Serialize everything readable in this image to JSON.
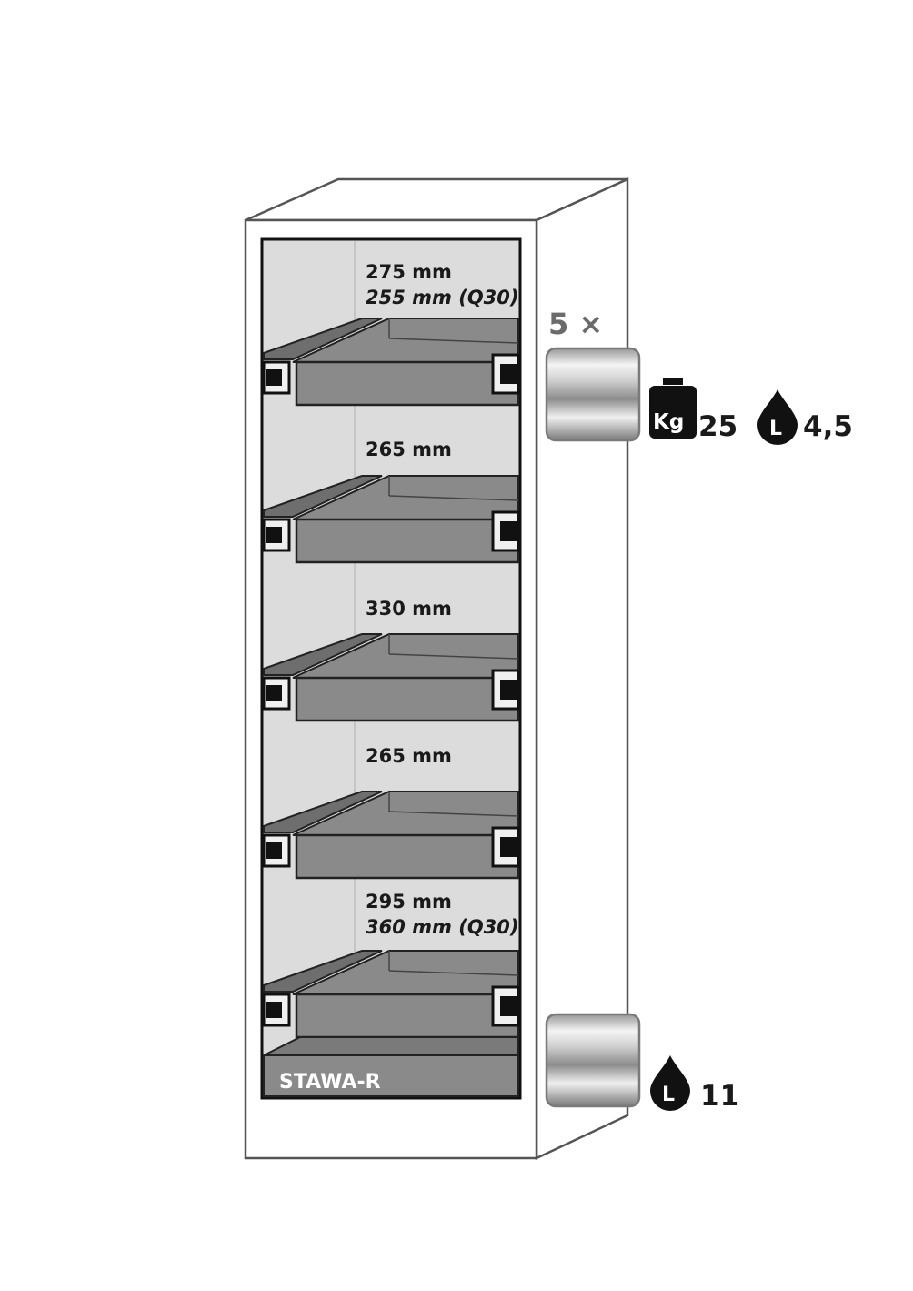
{
  "shelf_labels": [
    {
      "main": "275 mm",
      "alt": "255 mm (Q30)"
    },
    {
      "main": "265 mm",
      "alt": ""
    },
    {
      "main": "330 mm",
      "alt": ""
    },
    {
      "main": "265 mm",
      "alt": ""
    },
    {
      "main": "295 mm",
      "alt": "360 mm (Q30)"
    }
  ],
  "base_label": "STAWA-R",
  "shelf_count_label": "5 ×",
  "shelf_icon": {
    "weight_badge": "Kg",
    "weight_value": "25",
    "liter_badge": "L",
    "liter_value": "4,5"
  },
  "sump_icon": {
    "liter_badge": "L",
    "liter_value": "11"
  },
  "colors": {
    "interior": "#dcdcdc",
    "tray": "#8a8a8a",
    "tray_dark": "#6e6e6e",
    "outline": "#222222",
    "count": "#6b6b6b"
  }
}
